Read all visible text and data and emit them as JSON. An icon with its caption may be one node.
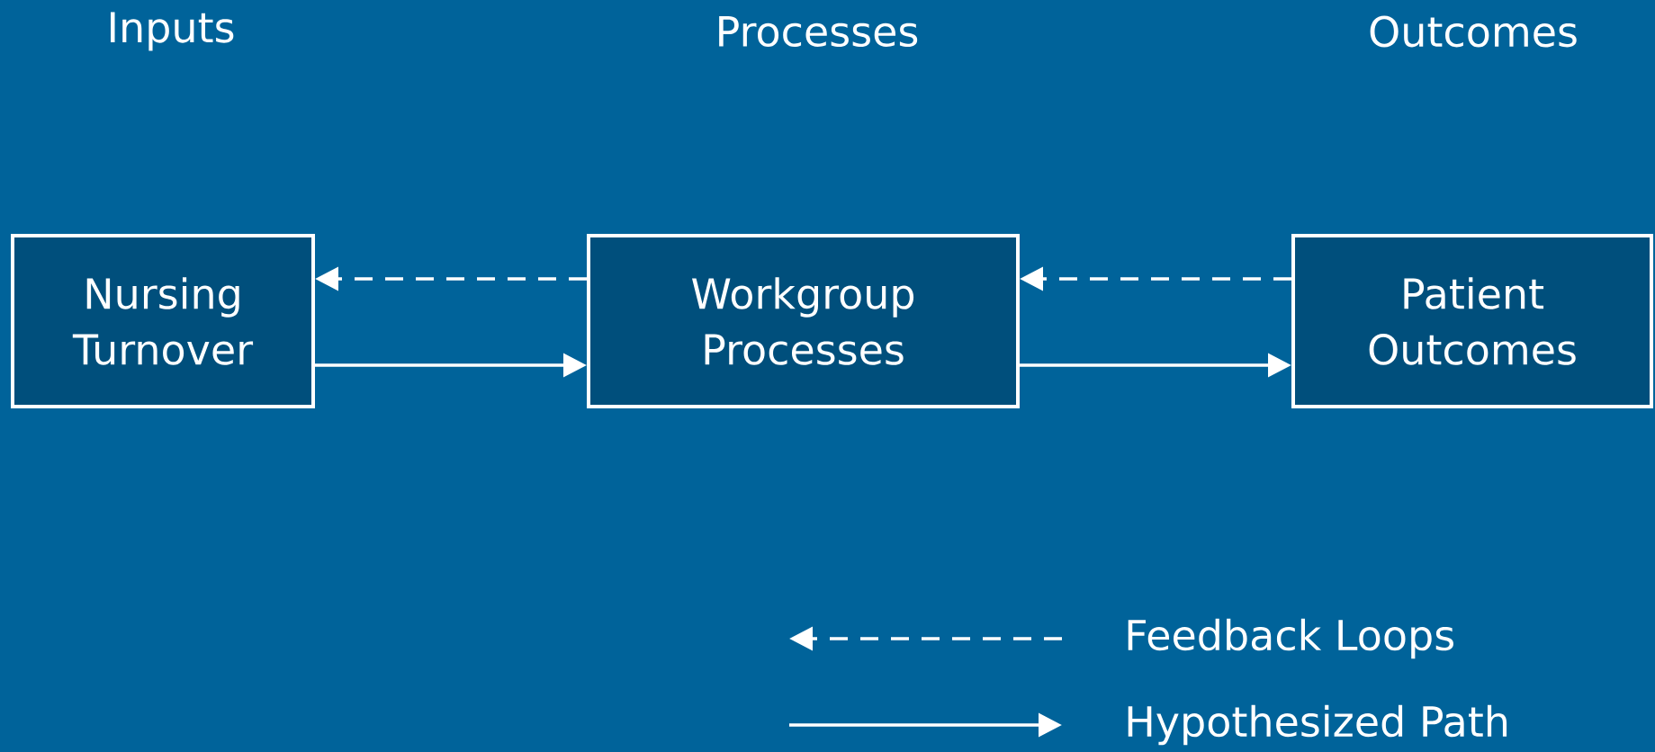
{
  "diagram": {
    "nodes": [
      {
        "text": [
          "Nursing Turnover"
        ]
      },
      {
        "text": [
          "Workgroup Processes"
        ]
      },
      {
        "text": [
          "Patient Outcomes"
        ]
      }
    ],
    "edges": [
      {
        "from": 1,
        "to": 0,
        "arrow": "to",
        "style": "dashed"
      },
      {
        "from": 0,
        "to": 1,
        "arrow": "to"
      },
      {
        "from": 2,
        "to": 1,
        "arrow": "to",
        "style": "dashed"
      },
      {
        "from": 1,
        "to": 2,
        "arrow": "to"
      }
    ],
    "labels": [
      "Inputs",
      "Processes",
      "Outcomes"
    ],
    "legend": [
      {
        "text": "Feedback Loops"
      },
      {
        "text": "Hypothesized Path"
      }
    ]
  }
}
